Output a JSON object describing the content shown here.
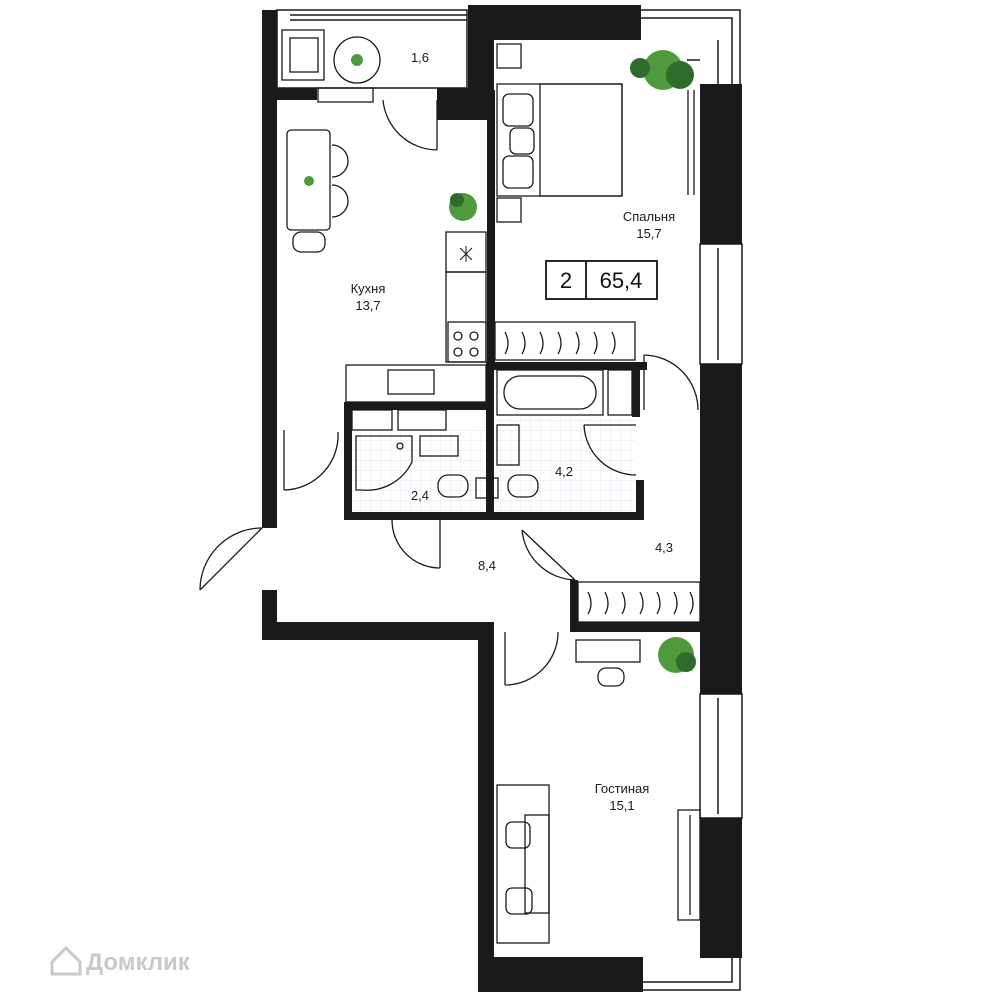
{
  "apartment": {
    "rooms_count": "2",
    "total_area": "65,4"
  },
  "rooms": {
    "balcony": {
      "area": "1,6"
    },
    "kitchen": {
      "name": "Кухня",
      "area": "13,7"
    },
    "bedroom": {
      "name": "Спальня",
      "area": "15,7"
    },
    "bathroom_small": {
      "area": "2,4"
    },
    "bathroom_large": {
      "area": "4,2"
    },
    "hall": {
      "area": "8,4"
    },
    "wardrobe_hall": {
      "area": "4,3"
    },
    "living": {
      "name": "Гостиная",
      "area": "15,1"
    }
  },
  "watermark": {
    "text": "Домклик",
    "icon": "house-logo-icon"
  },
  "colors": {
    "wall": "#1a1a1a",
    "plant": "#4f9a3c",
    "plant_dark": "#2f6b2a",
    "line": "#1a1a1a",
    "tile": "#dfe6ec"
  }
}
